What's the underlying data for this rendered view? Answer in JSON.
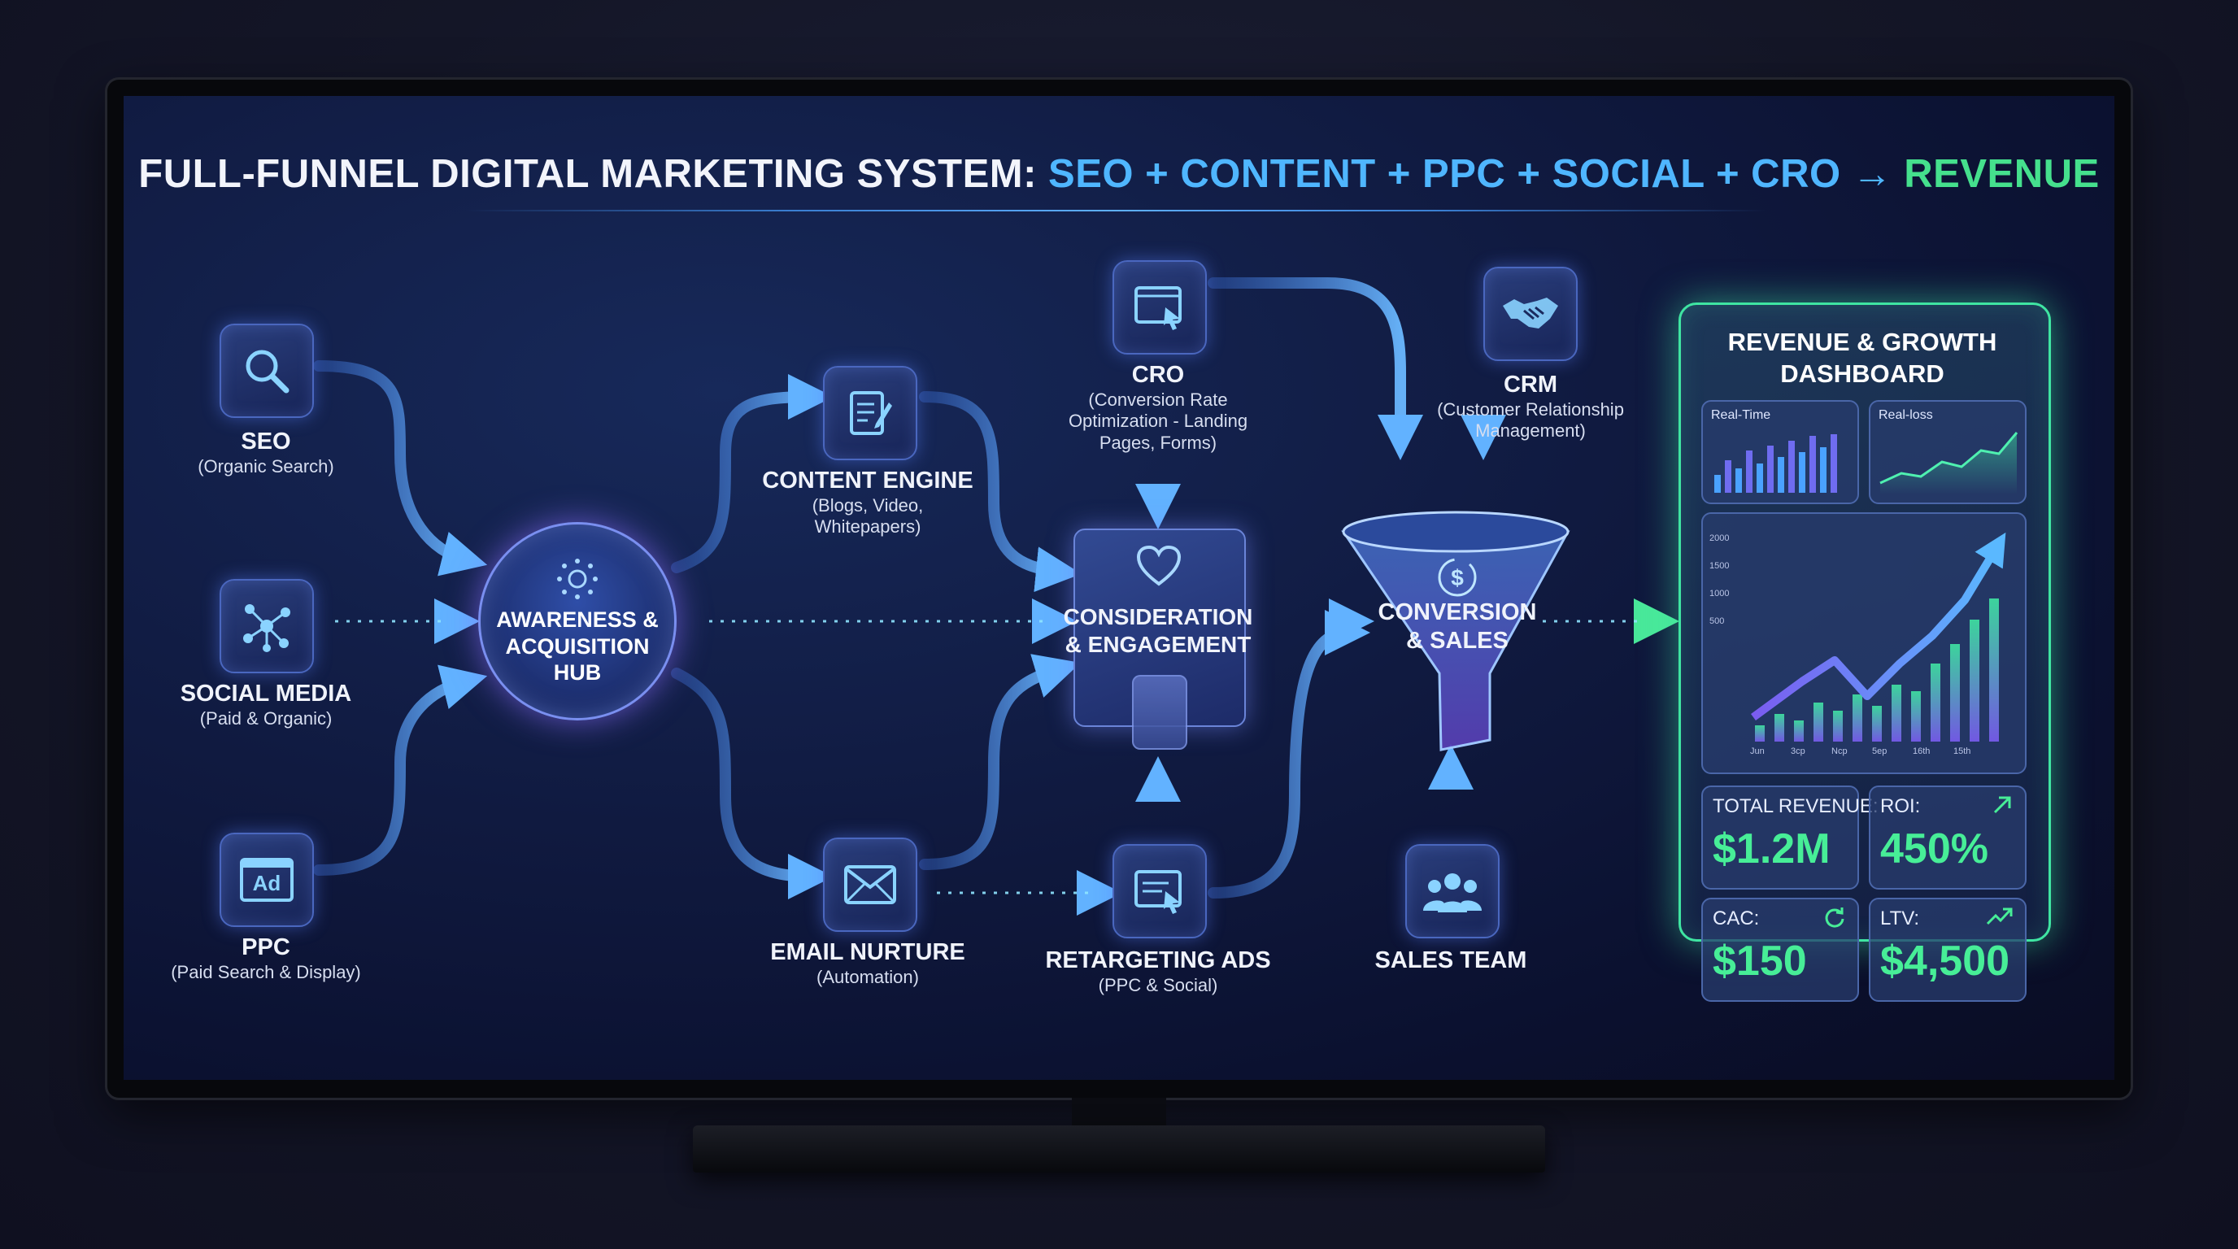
{
  "title": {
    "prefix": "FULL-FUNNEL DIGITAL MARKETING SYSTEM: ",
    "highlight": "SEO + CONTENT + PPC + SOCIAL + CRO → ",
    "end": "REVENUE"
  },
  "nodes": {
    "seo": {
      "title": "SEO",
      "subtitle": "(Organic Search)",
      "icon": "search-icon"
    },
    "social": {
      "title": "SOCIAL MEDIA",
      "subtitle": "(Paid & Organic)",
      "icon": "network-icon"
    },
    "ppc": {
      "title": "PPC",
      "subtitle": "(Paid Search & Display)",
      "icon": "ad-icon",
      "icon_text": "Ad"
    },
    "hub": {
      "line1": "AWARENESS &",
      "line2": "ACQUISITION",
      "line3": "HUB",
      "icon": "sun-icon"
    },
    "content": {
      "title": "CONTENT ENGINE",
      "subtitle1": "(Blogs, Video,",
      "subtitle2": "Whitepapers)",
      "icon": "document-edit-icon"
    },
    "email": {
      "title": "EMAIL NURTURE",
      "subtitle": "(Automation)",
      "icon": "envelope-icon"
    },
    "cro": {
      "title": "CRO",
      "subtitle1": "(Conversion Rate",
      "subtitle2": "Optimization - Landing",
      "subtitle3": "Pages, Forms)",
      "icon": "browser-cursor-icon"
    },
    "consider": {
      "line1": "CONSIDERATION",
      "line2": "& ENGAGEMENT",
      "icon": "heart-icon"
    },
    "retarget": {
      "title": "RETARGETING ADS",
      "subtitle": "(PPC & Social)",
      "icon": "browser-cursor-icon"
    },
    "crm": {
      "title": "CRM",
      "subtitle1": "(Customer Relationship",
      "subtitle2": "Management)",
      "icon": "handshake-icon"
    },
    "conversion": {
      "line1": "CONVERSION",
      "line2": "& SALES",
      "icon": "dollar-coin-icon"
    },
    "sales": {
      "title": "SALES TEAM",
      "icon": "team-icon"
    }
  },
  "dashboard": {
    "title1": "REVENUE & GROWTH",
    "title2": "DASHBOARD",
    "mini1_label": "Real-Time",
    "mini2_label": "Real-loss",
    "axis_ticks": [
      "2000",
      "1500",
      "1000",
      "500"
    ],
    "x_ticks": [
      "Jun",
      "3cp",
      "Ncp",
      "5ep",
      "16th",
      "15th"
    ],
    "kpis": [
      {
        "label": "TOTAL REVENUE:",
        "value": "$1.2M",
        "icon": ""
      },
      {
        "label": "ROI:",
        "value": "450%",
        "icon": "arrow-up-right-icon"
      },
      {
        "label": "CAC:",
        "value": "$150",
        "icon": "refresh-icon"
      },
      {
        "label": "LTV:",
        "value": "$4,500",
        "icon": "trend-up-icon"
      }
    ]
  },
  "colors": {
    "accent_blue": "#4fb6ff",
    "accent_green": "#45e08d",
    "flow_blue": "#5aa8ff",
    "dash_border": "#3fe5a2"
  }
}
